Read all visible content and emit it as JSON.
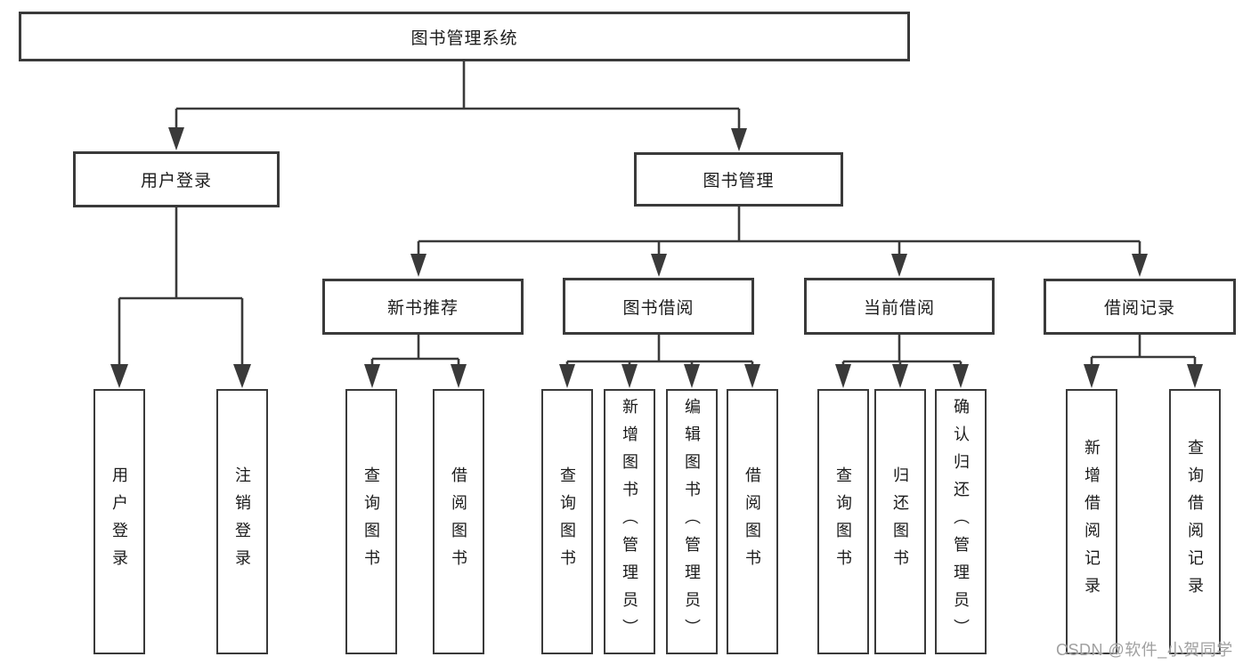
{
  "watermark": "CSDN @软件_小贺同学",
  "colors": {
    "line": "#3a3a3a",
    "box_border": "#3a3a3a",
    "text": "#1b1b1b",
    "watermark": "#a0a0a0",
    "background": "#ffffff"
  },
  "tree": {
    "label": "图书管理系统",
    "children": [
      {
        "label": "用户登录",
        "children": [
          {
            "label": "用户登录"
          },
          {
            "label": "注销登录"
          }
        ]
      },
      {
        "label": "图书管理",
        "children": [
          {
            "label": "新书推荐",
            "children": [
              {
                "label": "查询图书"
              },
              {
                "label": "借阅图书"
              }
            ]
          },
          {
            "label": "图书借阅",
            "children": [
              {
                "label": "查询图书"
              },
              {
                "label": "新增图书（管理员）"
              },
              {
                "label": "编辑图书（管理员）"
              },
              {
                "label": "借阅图书"
              }
            ]
          },
          {
            "label": "当前借阅",
            "children": [
              {
                "label": "查询图书"
              },
              {
                "label": "归还图书"
              },
              {
                "label": "确认归还（管理员）"
              }
            ]
          },
          {
            "label": "借阅记录",
            "children": [
              {
                "label": "新增借阅记录"
              },
              {
                "label": "查询借阅记录"
              }
            ]
          }
        ]
      }
    ]
  }
}
